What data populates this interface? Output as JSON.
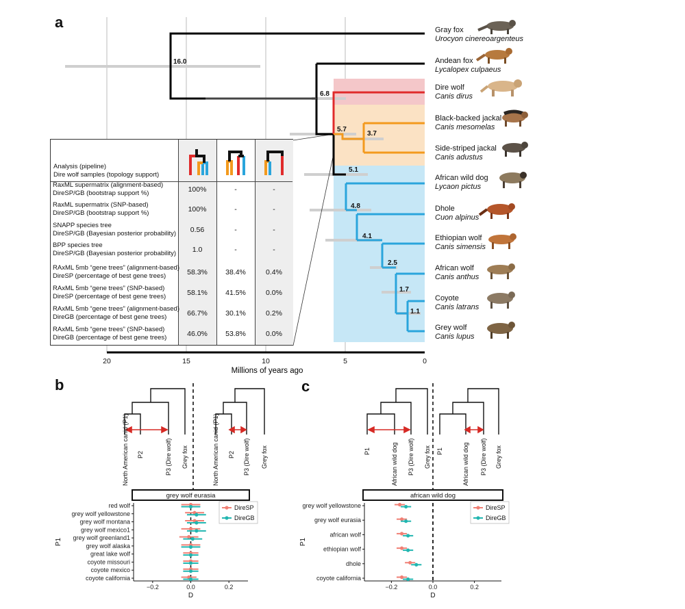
{
  "panels": {
    "a": "a",
    "b": "b",
    "c": "c"
  },
  "tree": {
    "axis_label": "Millions of years ago",
    "axis_ticks": [
      "20",
      "15",
      "10",
      "5",
      "0"
    ],
    "node_ages": [
      "16.0",
      "6.8",
      "5.7",
      "3.7",
      "5.1",
      "4.8",
      "4.1",
      "2.5",
      "1.7",
      "1.1"
    ],
    "species": [
      {
        "common": "Gray fox",
        "scientific": "Urocyon cinereoargenteus"
      },
      {
        "common": "Andean fox",
        "scientific": "Lycalopex culpaeus"
      },
      {
        "common": "Dire wolf",
        "scientific": "Canis dirus"
      },
      {
        "common": "Black-backed jackal",
        "scientific": "Canis mesomelas"
      },
      {
        "common": "Side-striped jackal",
        "scientific": "Canis adustus"
      },
      {
        "common": "African wild dog",
        "scientific": "Lycaon pictus"
      },
      {
        "common": "Dhole",
        "scientific": "Cuon alpinus"
      },
      {
        "common": "Ethiopian wolf",
        "scientific": "Canis simensis"
      },
      {
        "common": "African wolf",
        "scientific": "Canis anthus"
      },
      {
        "common": "Coyote",
        "scientific": "Canis latrans"
      },
      {
        "common": "Grey wolf",
        "scientific": "Canis lupus"
      }
    ],
    "colors": {
      "dire": "#e02b2b",
      "jackal": "#f39a1e",
      "wolf": "#2aa5dc",
      "dire_bg": "#f4c7c9",
      "jackal_bg": "#fbe2c4",
      "wolf_bg": "#c6e7f6"
    }
  },
  "table": {
    "header": [
      "Analysis (pipeline)",
      "Dire wolf samples (topology support)"
    ],
    "rows": [
      {
        "l1": "RaxML supermatrix (alignment-based)",
        "l2": "DireSP/GB (bootstrap support %)",
        "v": [
          "100%",
          "-",
          "-"
        ]
      },
      {
        "l1": "RaxML supermatrix (SNP-based)",
        "l2": "DireSP/GB (bootstrap support %)",
        "v": [
          "100%",
          "-",
          "-"
        ]
      },
      {
        "l1": "SNAPP species tree",
        "l2": "DireSP/GB (Bayesian posterior probability)",
        "v": [
          "0.56",
          "-",
          "-"
        ]
      },
      {
        "l1": "BPP species tree",
        "l2": "DireSP/GB (Bayesian posterior probability)",
        "v": [
          "1.0",
          "-",
          "-"
        ]
      },
      {
        "l1": "RAxML 5mb “gene trees” (alignment-based)",
        "l2": "DireSP (percentage of best gene trees)",
        "v": [
          "58.3%",
          "38.4%",
          "0.4%"
        ]
      },
      {
        "l1": "RAxML 5mb “gene trees” (SNP-based)",
        "l2": "DireSP (percentage of best gene trees)",
        "v": [
          "58.1%",
          "41.5%",
          "0.0%"
        ]
      },
      {
        "l1": "RAxML 5mb “gene trees” (alignment-based)",
        "l2": "DireGB (percentage of best gene trees)",
        "v": [
          "66.7%",
          "30.1%",
          "0.2%"
        ]
      },
      {
        "l1": "RAxML 5mb “gene trees” (SNP-based)",
        "l2": "DireGB (percentage of best gene trees)",
        "v": [
          "46.0%",
          "53.8%",
          "0.0%"
        ]
      }
    ]
  },
  "panel_b": {
    "tree_labels_left": [
      "North American canid (P1)",
      "P2",
      "P3 (Dire wolf)",
      "Grey fox"
    ],
    "tree_labels_right": [
      "North American canid (P1)",
      "P2",
      "P3 (Dire wolf)",
      "Grey fox"
    ],
    "facet": "grey wolf eurasia",
    "ylabel": "P1",
    "xlabel": "D",
    "ticks": [
      "−0.2",
      "0.0",
      "0.2"
    ],
    "legend": [
      "DireSP",
      "DireGB"
    ]
  },
  "panel_c": {
    "tree_labels_left": [
      "P1",
      "African wild dog",
      "P3 (Dire wolf)",
      "Grey fox"
    ],
    "tree_labels_right": [
      "P1",
      "African wild dog",
      "P3 (Dire wolf)",
      "Grey fox"
    ],
    "facet": "african wild dog",
    "ylabel": "P1",
    "xlabel": "D",
    "ticks": [
      "−0.2",
      "0.0",
      "0.2"
    ],
    "legend": [
      "DireSP",
      "DireGB"
    ]
  },
  "chart_data": [
    {
      "type": "scatter",
      "title": "grey wolf eurasia",
      "xlabel": "D",
      "ylabel": "P1",
      "xlim": [
        -0.3,
        0.3
      ],
      "categories": [
        "red wolf",
        "grey wolf yellowstone",
        "grey wolf montana",
        "grey wolf mexico1",
        "grey wolf greenland1",
        "grey wolf alaska",
        "great lake wolf",
        "coyote missouri",
        "coyote mexico",
        "coyote california"
      ],
      "series": [
        {
          "name": "DireSP",
          "color": "#f07f74",
          "values": [
            0.0,
            0.02,
            0.02,
            0.0,
            -0.01,
            0.0,
            0.0,
            0.0,
            0.0,
            -0.01
          ],
          "err": [
            0.05,
            0.05,
            0.05,
            0.05,
            0.05,
            0.05,
            0.04,
            0.04,
            0.04,
            0.04
          ]
        },
        {
          "name": "DireGB",
          "color": "#21b6b0",
          "values": [
            0.0,
            0.03,
            0.03,
            0.03,
            0.01,
            0.0,
            0.0,
            0.0,
            0.0,
            0.0
          ],
          "err": [
            0.05,
            0.05,
            0.05,
            0.05,
            0.05,
            0.05,
            0.04,
            0.04,
            0.04,
            0.04
          ]
        }
      ]
    },
    {
      "type": "scatter",
      "title": "african wild dog",
      "xlabel": "D",
      "ylabel": "P1",
      "xlim": [
        -0.33,
        0.33
      ],
      "categories": [
        "grey wolf yellowstone",
        "grey wolf eurasia",
        "african wolf",
        "ethiopian wolf",
        "dhole",
        "coyote california"
      ],
      "series": [
        {
          "name": "DireSP",
          "color": "#f07f74",
          "values": [
            -0.16,
            -0.15,
            -0.15,
            -0.15,
            -0.11,
            -0.15
          ],
          "err": [
            0.025,
            0.025,
            0.025,
            0.025,
            0.025,
            0.025
          ]
        },
        {
          "name": "DireGB",
          "color": "#21b6b0",
          "values": [
            -0.13,
            -0.13,
            -0.12,
            -0.12,
            -0.08,
            -0.12
          ],
          "err": [
            0.025,
            0.025,
            0.025,
            0.025,
            0.025,
            0.025
          ]
        }
      ]
    }
  ]
}
